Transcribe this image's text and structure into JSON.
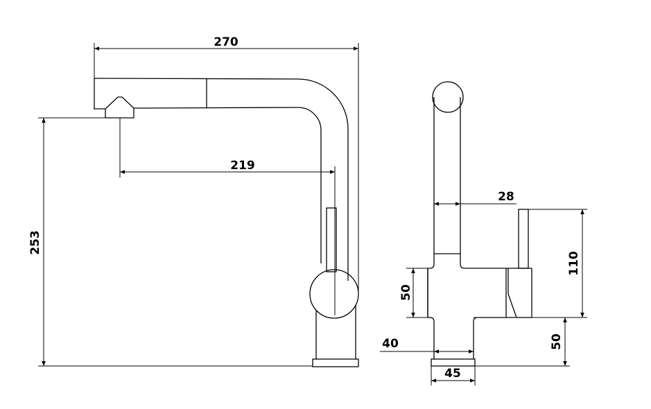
{
  "drawing": {
    "front_view": {
      "overall_width": "270",
      "spout_reach": "219",
      "overall_height": "253"
    },
    "side_view": {
      "spout_diameter": "28",
      "handle_height": "110",
      "body_height": "50",
      "base_height": "50",
      "shank_diameter": "40",
      "base_diameter": "45"
    },
    "colors": {
      "line": "#000000",
      "background": "#ffffff"
    }
  }
}
